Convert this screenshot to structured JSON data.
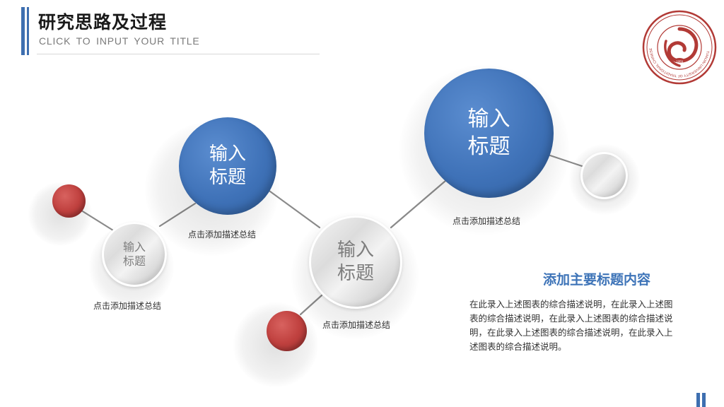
{
  "header": {
    "title": "研究思路及过程",
    "subtitle": "CLICK TO INPUT YOUR TITLE"
  },
  "emblem": {
    "year": "1959",
    "arc_text": "TIANJIN UNIVERSITY OF TRADITIONAL CHINESE MEDICINE",
    "color": "#b23a36"
  },
  "nodes": {
    "small_gray": {
      "line1": "输入",
      "line2": "标题",
      "caption": "点击添加描述总结"
    },
    "blue_medium": {
      "line1": "输入",
      "line2": "标题",
      "caption": "点击添加描述总结"
    },
    "gray_center": {
      "line1": "输入",
      "line2": "标题",
      "caption": "点击添加描述总结"
    },
    "blue_large": {
      "line1": "输入",
      "line2": "标题",
      "caption": "点击添加描述总结"
    }
  },
  "content": {
    "heading": "添加主要标题内容",
    "body": "在此录入上述图表的综合描述说明，在此录入上述图表的综合描述说明，在此录入上述图表的综合描述说明，在此录入上述图表的综合描述说明，在此录入上述图表的综合描述说明。"
  },
  "colors": {
    "accent_blue": "#3e6fb0",
    "node_blue": "#3f72b8",
    "node_red": "#c0413f",
    "heading_blue": "#3e74b8"
  }
}
